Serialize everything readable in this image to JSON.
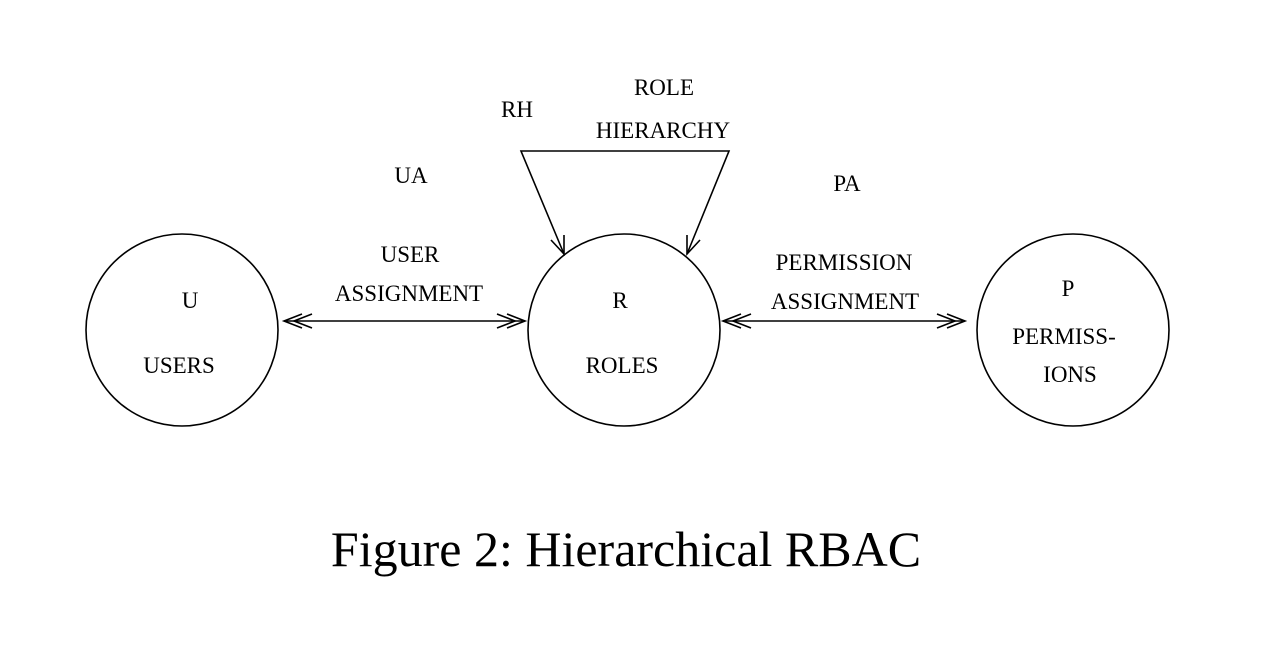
{
  "diagram": {
    "nodes": {
      "users": {
        "symbol": "U",
        "name": "USERS"
      },
      "roles": {
        "symbol": "R",
        "name": "ROLES"
      },
      "permissions": {
        "symbol": "P",
        "name_line1": "PERMISS-",
        "name_line2": "IONS"
      }
    },
    "edges": {
      "user_assignment": {
        "abbr": "UA",
        "line1": "USER",
        "line2": "ASSIGNMENT"
      },
      "permission_assignment": {
        "abbr": "PA",
        "line1": "PERMISSION",
        "line2": "ASSIGNMENT"
      },
      "role_hierarchy": {
        "abbr": "RH",
        "line1": "ROLE",
        "line2": "HIERARCHY"
      }
    }
  },
  "caption": "Figure 2: Hierarchical RBAC"
}
